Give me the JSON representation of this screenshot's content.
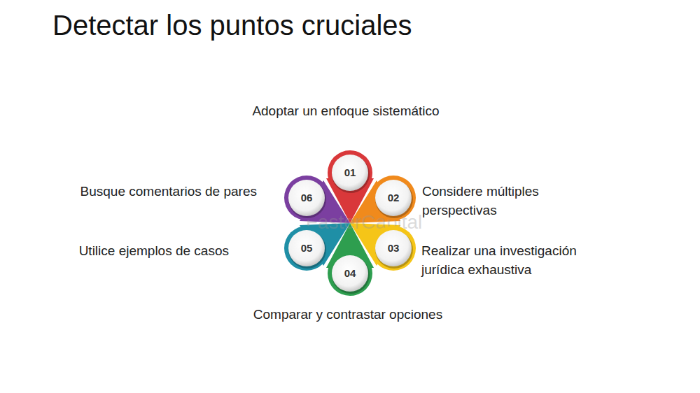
{
  "diagram": {
    "title": "Detectar los puntos cruciales",
    "nodes": [
      {
        "text": [
          "01",
          "Adoptar un enfoque sistemático"
        ]
      },
      {
        "text": [
          "02",
          "Considere múltiples perspectivas"
        ]
      },
      {
        "text": [
          "03",
          "Realizar una investigación jurídica exhaustiva"
        ]
      },
      {
        "text": [
          "04",
          "Comparar y contrastar opciones"
        ]
      },
      {
        "text": [
          "05",
          "Utilice ejemplos de casos"
        ]
      },
      {
        "text": [
          "06",
          "Busque comentarios de pares"
        ]
      }
    ],
    "labels": [
      "FasterCapital"
    ]
  }
}
